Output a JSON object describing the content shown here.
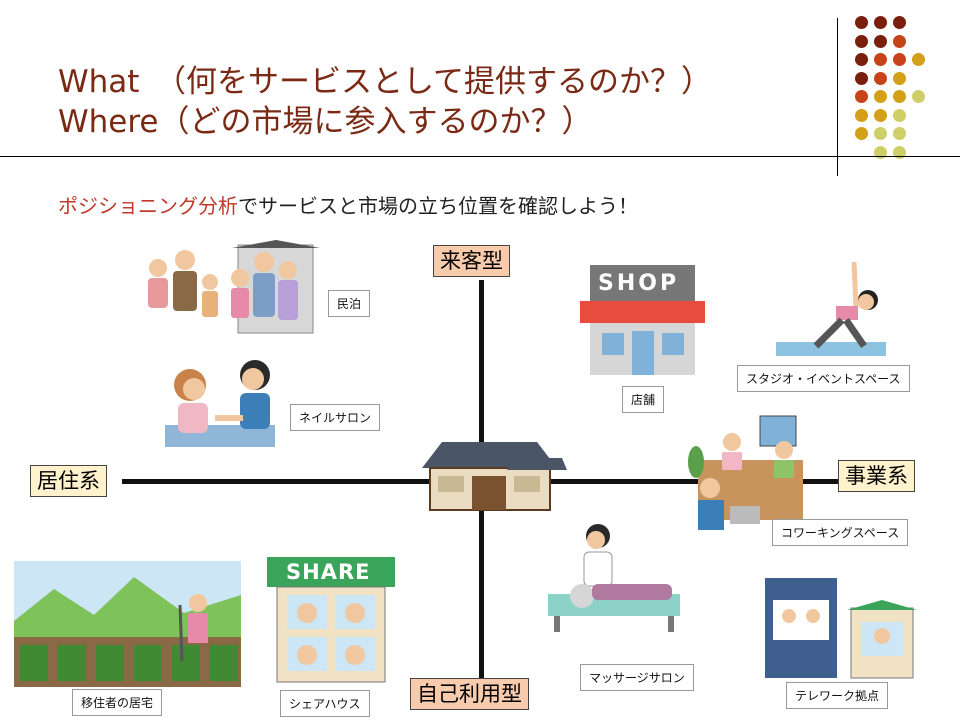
{
  "title": {
    "line1": "What　（何をサービスとして提供するのか？）",
    "line2": "Where（どの市場に参入するのか？）"
  },
  "subtitle": {
    "highlight": "ポジショニング分析",
    "rest": "でサービスと市場の立ち位置を確認しよう！"
  },
  "axes": {
    "top": "来客型",
    "bottom": "自己利用型",
    "left": "居住系",
    "right": "事業系"
  },
  "items": {
    "minpaku": "民泊",
    "nail": "ネイルサロン",
    "shop_label": "店舗",
    "shop_sign": "SHOP",
    "studio": "スタジオ・イベントスペース",
    "coworking": "コワーキングスペース",
    "migrant": "移住者の居宅",
    "share_label": "シェアハウス",
    "share_sign": "SHARE",
    "massage": "マッサージサロン",
    "telework": "テレワーク拠点"
  },
  "colors": {
    "title": "#7a2a14",
    "highlight": "#c0392b",
    "axis_box_pink": "#f8cbad",
    "axis_box_yellow": "#fff2cc",
    "dot_dark": "#7a1e0e",
    "dot_red": "#c7441a",
    "dot_gold": "#d4a017",
    "dot_olive": "#cfcf6a"
  }
}
